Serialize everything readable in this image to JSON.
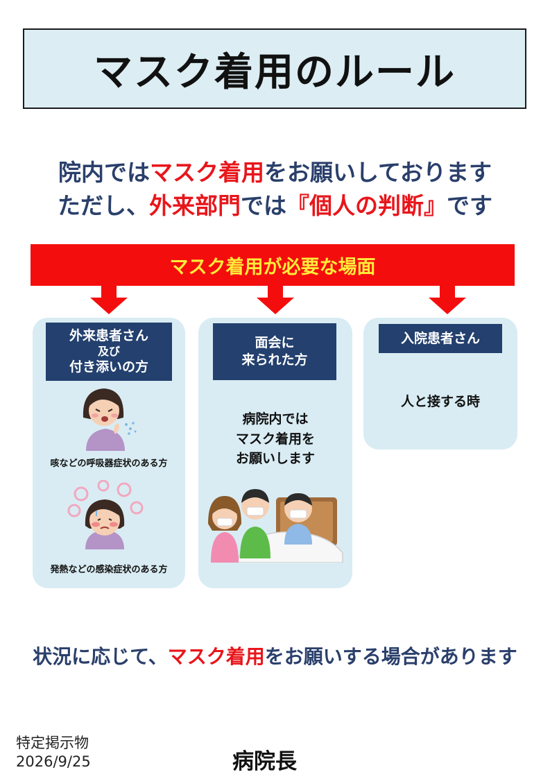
{
  "title": "マスク着用のルール",
  "intro": {
    "line1": {
      "a": "院内では",
      "b": "マスク着用",
      "c": "をお願いしております"
    },
    "line2": {
      "a": "ただし、",
      "b": "外来部門",
      "c": "では",
      "d": "『個人の判断』",
      "e": "です"
    }
  },
  "banner": "マスク着用が必要な場面",
  "panels": [
    {
      "title_lines": [
        "外来患者さん",
        "及び",
        "付き添いの方"
      ],
      "captions": [
        "咳などの呼吸器症状のある方",
        "発熱などの感染症状のある方"
      ]
    },
    {
      "title_lines": [
        "面会に",
        "来られた方"
      ],
      "text_lines": [
        "病院内では",
        "マスク着用を",
        "お願いします"
      ]
    },
    {
      "title_lines": [
        "入院患者さん"
      ],
      "text": "人と接する時"
    }
  ],
  "bottom": {
    "a": "状況に応じて、",
    "b": "マスク着用",
    "c": "をお願いする場合があります"
  },
  "footer": {
    "label": "特定掲示物",
    "date": "2026/9/25",
    "signature": "病院長"
  },
  "colors": {
    "navy": "#23406e",
    "red": "#e8161b",
    "banner_red": "#f40d0d",
    "banner_text": "#ffec3a",
    "panel_bg": "#d9ecf3"
  }
}
